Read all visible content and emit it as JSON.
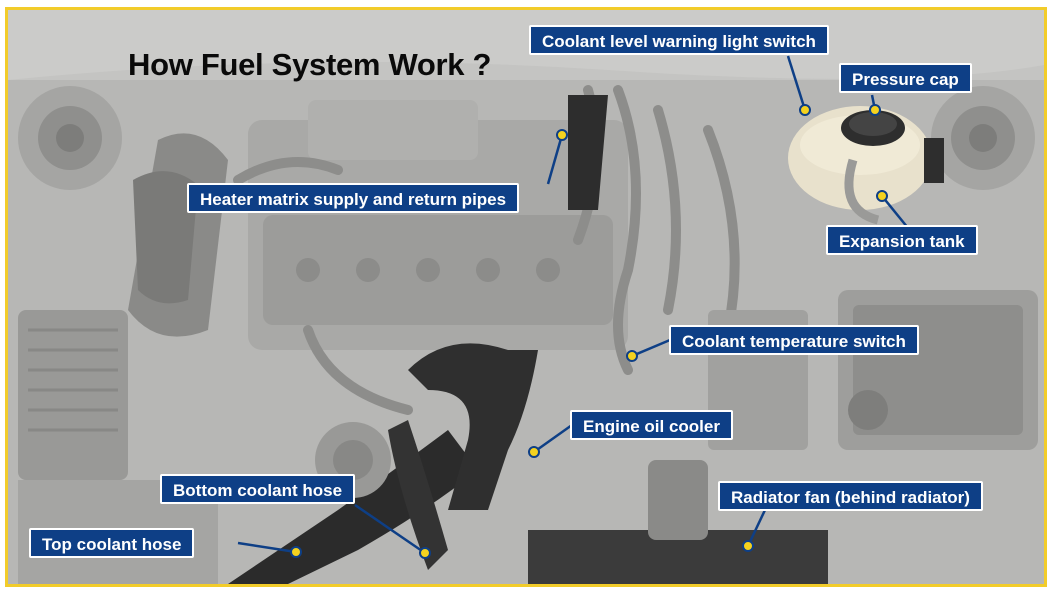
{
  "title": "How Fuel System Work ?",
  "labels": {
    "coolant_level_switch": "Coolant level warning light switch",
    "pressure_cap": "Pressure cap",
    "heater_pipes": "Heater matrix supply and return pipes",
    "expansion_tank": "Expansion tank",
    "coolant_temp_switch": "Coolant temperature switch",
    "engine_oil_cooler": "Engine oil cooler",
    "bottom_hose": "Bottom coolant hose",
    "radiator_fan": "Radiator fan (behind radiator)",
    "top_hose": "Top coolant hose"
  },
  "colors": {
    "frame_border": "#f2cc2a",
    "label_bg": "#0e3f86",
    "label_text": "#ffffff",
    "leader_line": "#0e3f86",
    "marker": "#f4d21f"
  }
}
